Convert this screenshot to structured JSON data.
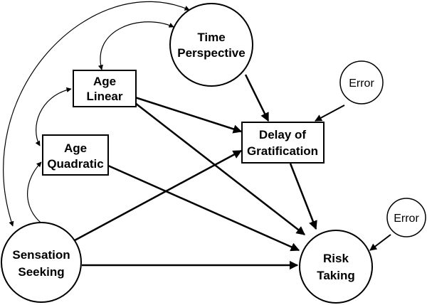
{
  "nodes": {
    "time_perspective": {
      "lines": [
        "Time",
        "Perspective"
      ]
    },
    "age_linear": {
      "lines": [
        "Age",
        "Linear"
      ]
    },
    "age_quadratic": {
      "lines": [
        "Age",
        "Quadratic"
      ]
    },
    "sensation_seeking": {
      "lines": [
        "Sensation",
        "Seeking"
      ]
    },
    "delay_of_gratification": {
      "lines": [
        "Delay of",
        "Gratification"
      ]
    },
    "risk_taking": {
      "lines": [
        "Risk",
        "Taking"
      ]
    },
    "error_delay": {
      "lines": [
        "Error"
      ]
    },
    "error_risk": {
      "lines": [
        "Error"
      ]
    }
  },
  "colors": {
    "stroke": "#000000",
    "fill": "#ffffff"
  }
}
